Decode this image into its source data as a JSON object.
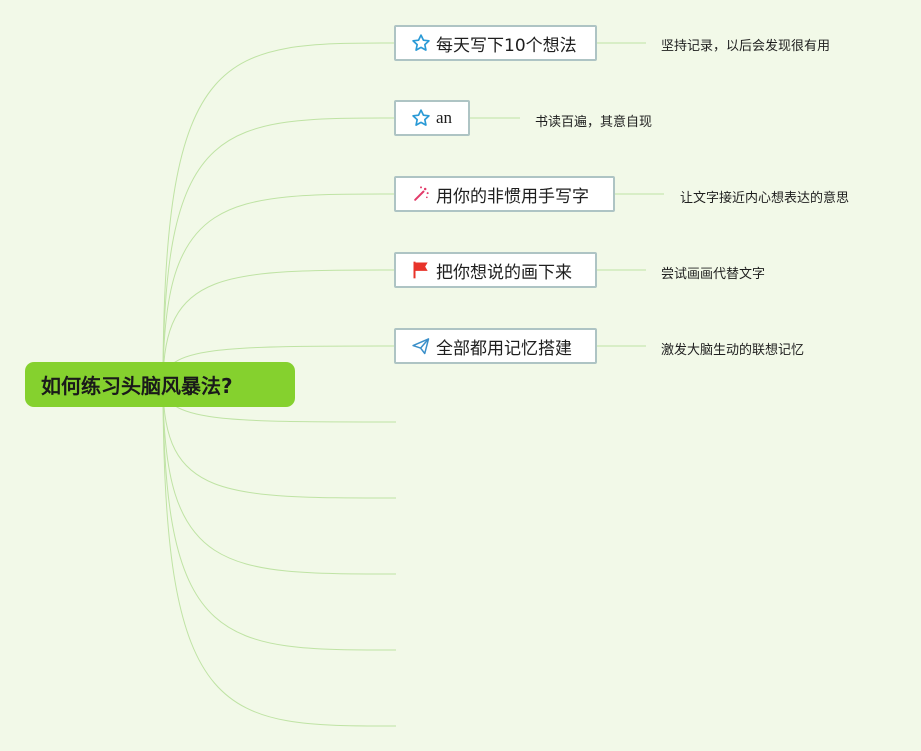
{
  "root": {
    "label": "如何练习头脑风暴法?"
  },
  "topics": [
    {
      "label": "每天写下10个想法",
      "icon": "star-icon",
      "note": "坚持记录，以后会发现很有用"
    },
    {
      "label": "an",
      "icon": "star-icon",
      "note": "书读百遍，其意自现"
    },
    {
      "label": "用你的非惯用手写字",
      "icon": "magic-wand-icon",
      "note": "让文字接近内心想表达的意思"
    },
    {
      "label": "把你想说的画下来",
      "icon": "flag-icon",
      "note": "尝试画画代替文字"
    },
    {
      "label": "全部都用记忆搭建",
      "icon": "paper-plane-icon",
      "note": "激发大脑生动的联想记忆"
    }
  ],
  "colors": {
    "background": "#f2f9e8",
    "root_fill": "#85d12e",
    "connector": "#bfe3a4",
    "node_border": "#aec4c4",
    "star": "#2a9ad6",
    "flag": "#e8332a",
    "wand": "#e23b6a",
    "plane": "#3a8fc9"
  }
}
